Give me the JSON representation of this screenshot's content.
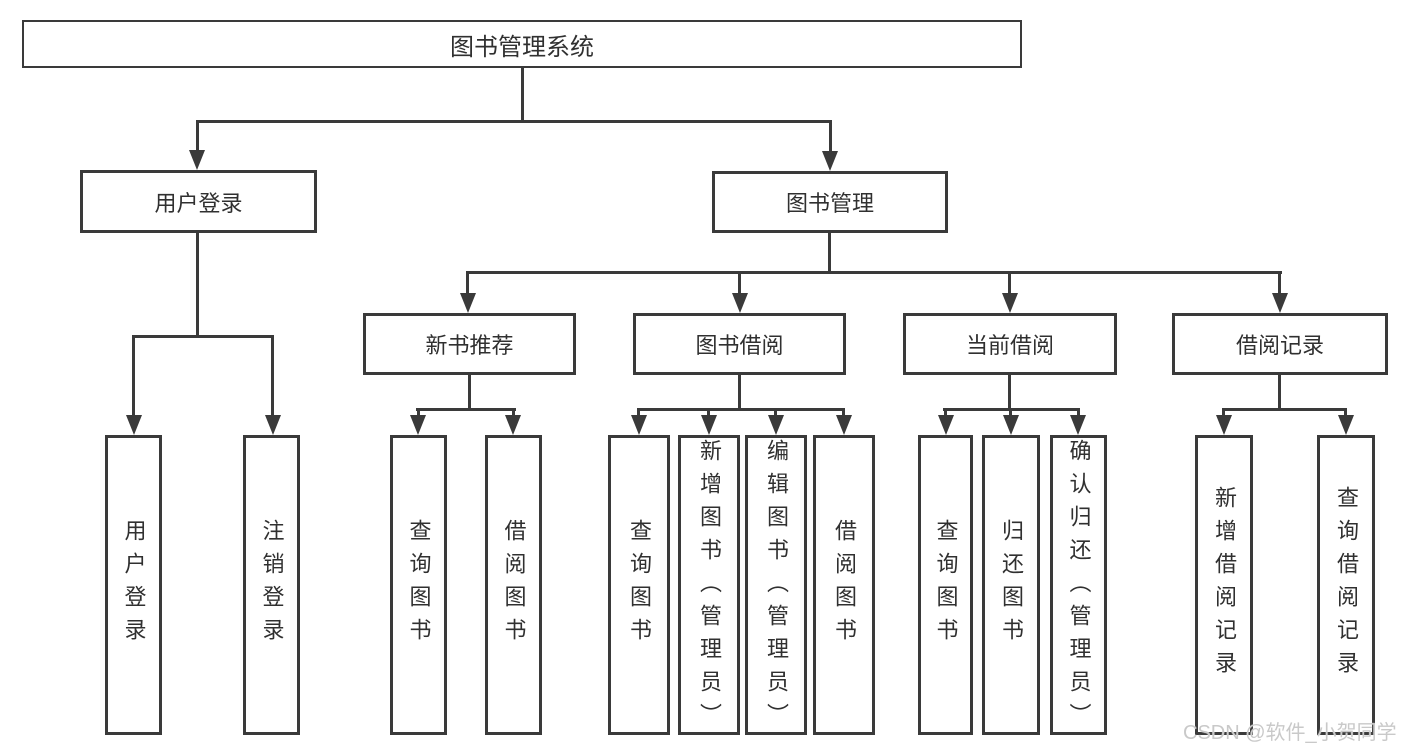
{
  "diagram_title": "图书管理系统",
  "colors": {
    "line": "#3a3a3a",
    "text": "#303030",
    "background": "#ffffff",
    "watermark": "#c9c9c9"
  },
  "tree": {
    "root": {
      "label": "图书管理系统"
    },
    "branches": [
      {
        "label": "用户登录",
        "children": [
          {
            "label": "用户登录"
          },
          {
            "label": "注销登录"
          }
        ]
      },
      {
        "label": "图书管理",
        "groups": [
          {
            "label": "新书推荐",
            "children": [
              {
                "label": "查询图书"
              },
              {
                "label": "借阅图书"
              }
            ]
          },
          {
            "label": "图书借阅",
            "children": [
              {
                "label": "查询图书"
              },
              {
                "label": "新增图书（管理员）"
              },
              {
                "label": "编辑图书（管理员）"
              },
              {
                "label": "借阅图书"
              }
            ]
          },
          {
            "label": "当前借阅",
            "children": [
              {
                "label": "查询图书"
              },
              {
                "label": "归还图书"
              },
              {
                "label": "确认归还（管理员）"
              }
            ]
          },
          {
            "label": "借阅记录",
            "children": [
              {
                "label": "新增借阅记录"
              },
              {
                "label": "查询借阅记录"
              }
            ]
          }
        ]
      }
    ]
  },
  "watermark": {
    "text": "CSDN @软件_小贺同学"
  }
}
